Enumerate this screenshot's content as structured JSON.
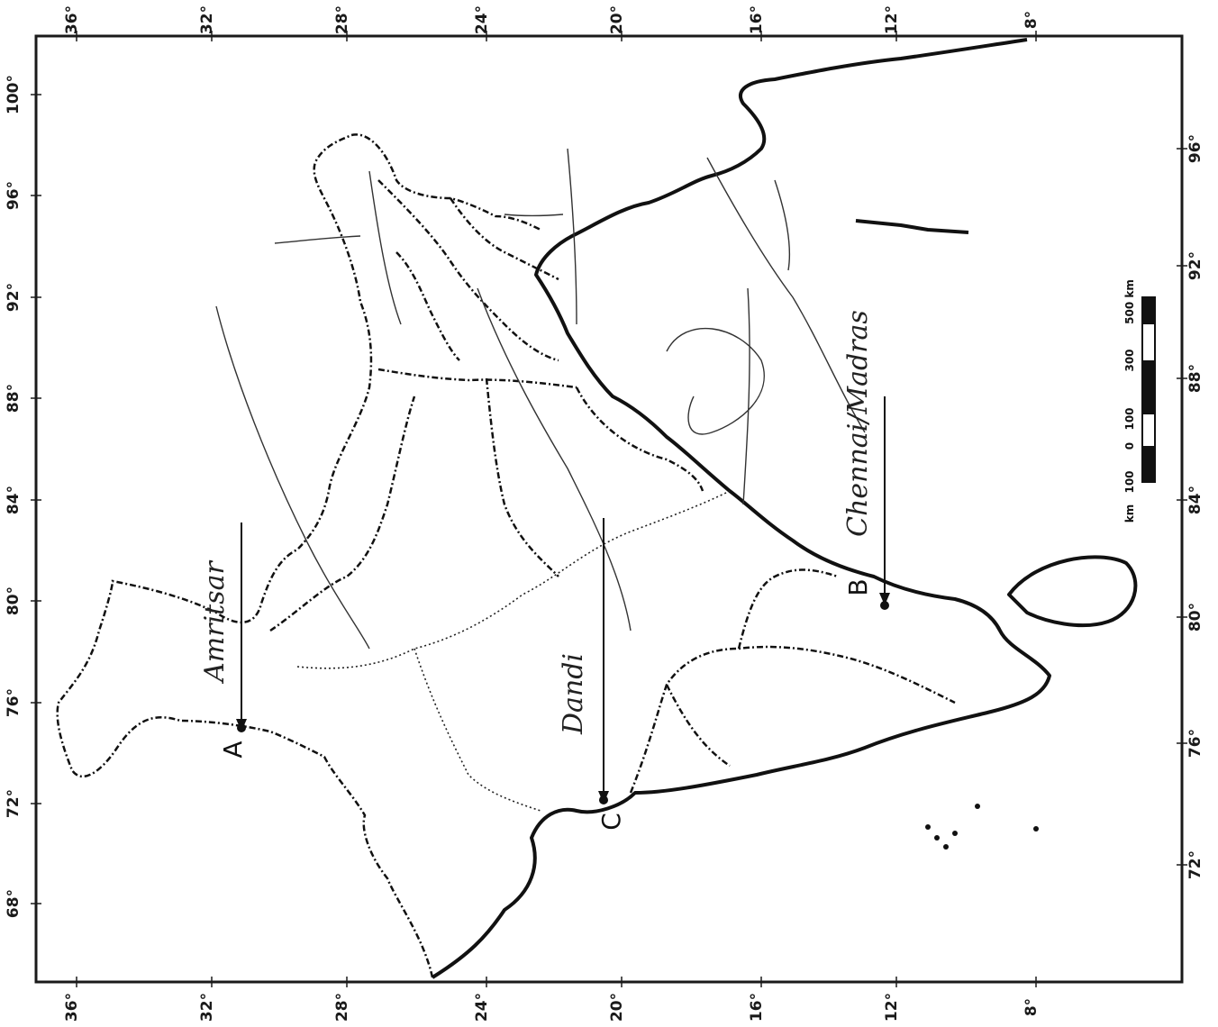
{
  "top_labels": [
    "36°",
    "32°",
    "28°",
    "24°",
    "20°",
    "16°",
    "12°",
    "8°"
  ],
  "bottom_labels": [
    "36°",
    "32°",
    "28°",
    "24°",
    "20°",
    "16°",
    "12°",
    "8°"
  ],
  "left_labels": [
    "100°",
    "96°",
    "92°",
    "88°",
    "84°",
    "80°",
    "76°",
    "72°",
    "68°"
  ],
  "right_labels": [
    "96°",
    "92°",
    "88°",
    "84°",
    "80°",
    "76°",
    "72°"
  ],
  "markers": [
    {
      "letter": "A",
      "name": "Amritsar"
    },
    {
      "letter": "B",
      "name": "Chennai/Madras"
    },
    {
      "letter": "C",
      "name": "Dandi"
    }
  ],
  "scale": {
    "ticks": [
      "100",
      "0",
      "100",
      "300",
      "500 km"
    ],
    "unit": "km"
  }
}
